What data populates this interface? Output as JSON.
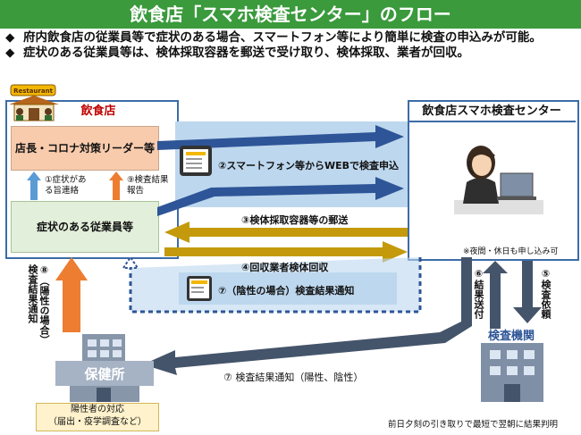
{
  "title": "飲食店「スマホ検査センター」のフロー",
  "bullets": [
    "府内飲食店の従業員等で症状のある場合、スマートフォン等により簡単に検査の申込みが可能。",
    "症状のある従業員等は、検体採取容器を郵送で受け取り、検体採取、業者が回収。"
  ],
  "bullet_marker": "◆",
  "restaurant": {
    "header": "飲食店",
    "sign": "Restaurant",
    "manager_box": "店長・コロナ対策リーダー等",
    "staff_box": "症状のある従業員等",
    "step1": "①症状がある旨連絡",
    "step9": "⑨検査結果報告"
  },
  "center": {
    "header": "飲食店スマホ検査センター",
    "note": "※夜間・休日も申し込み可"
  },
  "steps": {
    "s2": "②スマートフォン等からWEBで検査申込",
    "s3": "③検体採取容器等の郵送",
    "s4": "④回収業者検体回収",
    "s5": "⑤検査依頼",
    "s6": "⑥結果送付",
    "s7a": "⑦（陰性の場合）検査結果通知",
    "s7b": "⑦ 検査結果通知（陽性、陰性）",
    "s8": "⑧（陽性の場合）検査結果通知"
  },
  "lab": {
    "label": "検査機関",
    "note": "前日夕刻の引き取りで最短で翌朝に結果判明"
  },
  "health_center": {
    "label": "保健所",
    "note_line1": "陽性者の対応",
    "note_line2": "（届出・疫学調査など）"
  },
  "colors": {
    "green": "#3a9a3c",
    "blue": "#2e5597",
    "gold": "#c49a0c",
    "orange": "#ed7d31",
    "lightblue": "#bdd7ee",
    "salmon": "#f8cbad",
    "lightgreen": "#e2efda"
  }
}
